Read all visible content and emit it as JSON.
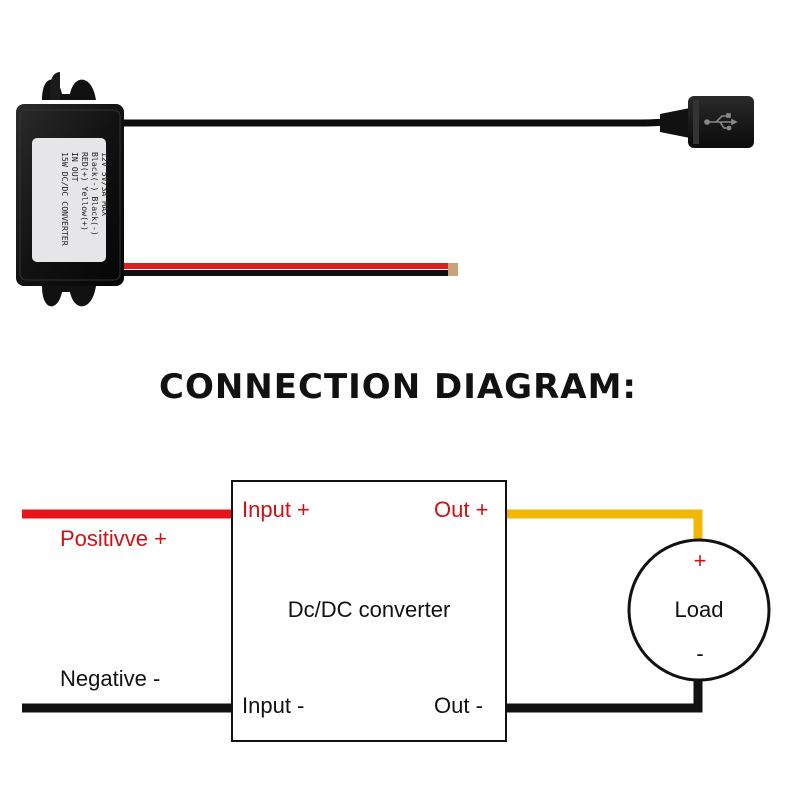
{
  "product": {
    "label_lines": [
      "15W DC/DC CONVERTER",
      "IN          OUT",
      "RED(+)   Yellow(+)",
      "Black(-)   Black(-)",
      "12V    5V/3A  MAX"
    ]
  },
  "diagram": {
    "title": "CONNECTION DIAGRAM:",
    "box_label": "Dc/DC converter",
    "input_plus": "Input +",
    "input_minus": "Input -",
    "out_plus": "Out +",
    "out_minus": "Out -",
    "positive_wire": "Positivve +",
    "negative_wire": "Negative -",
    "load_label": "Load",
    "load_plus": "+",
    "load_minus": "-"
  },
  "colors": {
    "positive": "#e8141c",
    "negative": "#111111",
    "output_positive": "#f2b705",
    "converter_body": "#1a1a1a",
    "label_plate": "#e6e6e8"
  }
}
